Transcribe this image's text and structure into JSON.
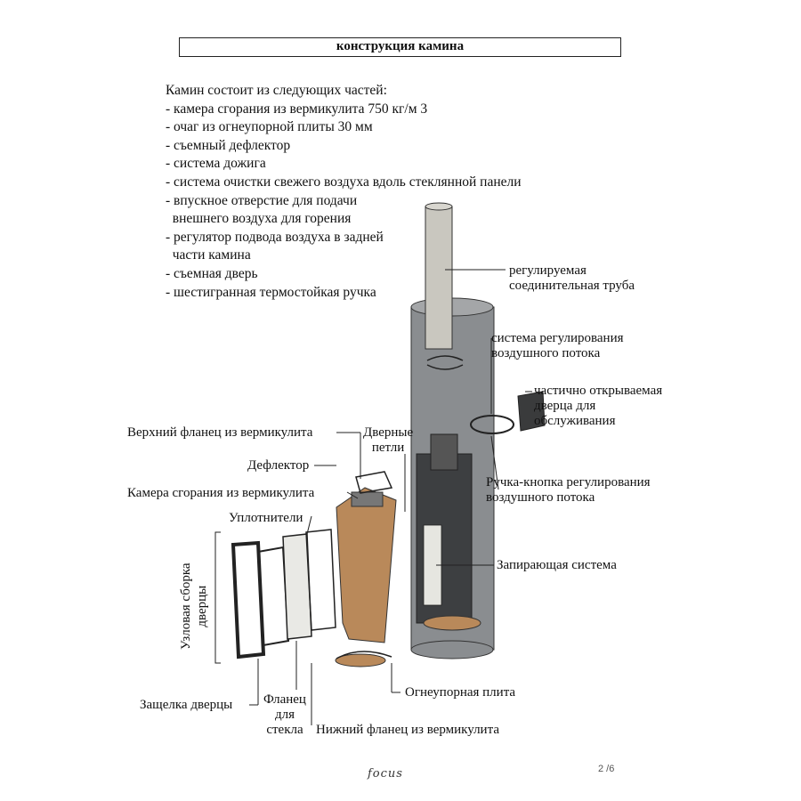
{
  "title": "конструкция камина",
  "intro": {
    "heading": "Камин состоит из следующих частей:",
    "items": [
      "- камера сгорания из вермикулита 750 кг/м 3",
      "- очаг из огнеупорной плиты 30 мм",
      "- съемный дефлектор",
      "- система дожига",
      "- система очистки свежего воздуха вдоль стеклянной панели",
      "- впускное отверстие для подачи\n  внешнего воздуха для горения",
      "- регулятор подвода воздуха в задней\n  части камина",
      "- съемная дверь",
      "- шестигранная термостойкая ручка"
    ]
  },
  "labels": {
    "pipe": "регулируемая\nсоединительная труба",
    "airflow_system": "система регулирования\nвоздушного потока",
    "service_door": "частично открываемая\nдверца для\nобслуживания",
    "top_flange": "Верхний фланец из вермикулита",
    "door_hinges": "Дверные\nпетли",
    "deflector": "Дефлектор",
    "chamber": "Камера сгорания из вермикулита",
    "airflow_knob": "Ручка-кнопка регулирования\nвоздушного потока",
    "seals": "Уплотнители",
    "door_assembly": "Узловая сборка\nдверцы",
    "lock_system": "Запирающая система",
    "refractory_plate": "Огнеупорная плита",
    "door_latch": "Защелка дверцы",
    "glass_flange": "Фланец\nдля\nстекла",
    "bottom_flange": "Нижний фланец из вермикулита"
  },
  "footer": {
    "logo": "focus",
    "page": "2 /6"
  },
  "colors": {
    "cylinder": "#8a8d90",
    "pipe": "#c9c7bf",
    "vermiculite": "#b9895a",
    "line": "#222222"
  }
}
